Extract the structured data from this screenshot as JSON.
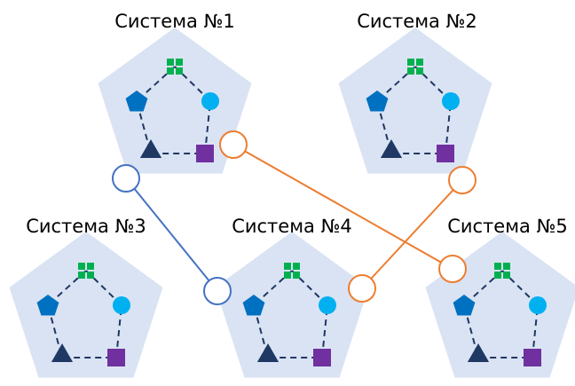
{
  "systems": [
    {
      "id": "s1",
      "label": "Система №1"
    },
    {
      "id": "s2",
      "label": "Система №2"
    },
    {
      "id": "s3",
      "label": "Система №3"
    },
    {
      "id": "s4",
      "label": "Система №4"
    },
    {
      "id": "s5",
      "label": "Система №5"
    }
  ],
  "links": [
    {
      "from": "s1",
      "to": "s4",
      "color": "#4472C4"
    },
    {
      "from": "s1",
      "to": "s5",
      "color": "#ED7D31"
    },
    {
      "from": "s2",
      "to": "s4",
      "color": "#ED7D31"
    }
  ],
  "colors": {
    "pentagon_fill": "#DAE3F3",
    "cycle_dash": "#1F3864",
    "grid_icon": "#00B050",
    "circle_icon": "#00B0F0",
    "square_icon": "#7030A0",
    "triangle_icon": "#1F3864",
    "pentagon_icon": "#0070C0"
  },
  "icons": [
    "grid-icon",
    "circle-icon",
    "square-icon",
    "triangle-icon",
    "pentagon-icon"
  ]
}
